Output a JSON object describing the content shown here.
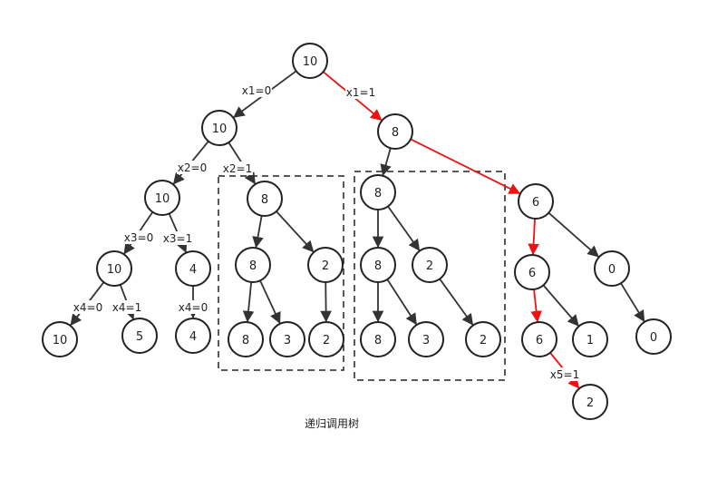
{
  "diagram": {
    "caption": "递归调用树",
    "colors": {
      "default_edge": "#333333",
      "highlight_edge": "#ee1111"
    },
    "nodes": [
      {
        "id": "n0",
        "label": "10"
      },
      {
        "id": "n1",
        "label": "10"
      },
      {
        "id": "n2",
        "label": "8"
      },
      {
        "id": "n3",
        "label": "10"
      },
      {
        "id": "n4",
        "label": "8"
      },
      {
        "id": "n5",
        "label": "8"
      },
      {
        "id": "n6",
        "label": "6"
      },
      {
        "id": "n7",
        "label": "10"
      },
      {
        "id": "n8",
        "label": "4"
      },
      {
        "id": "n9",
        "label": "8"
      },
      {
        "id": "n10",
        "label": "2"
      },
      {
        "id": "n11",
        "label": "8"
      },
      {
        "id": "n12",
        "label": "2"
      },
      {
        "id": "n13",
        "label": "6"
      },
      {
        "id": "n14",
        "label": "0"
      },
      {
        "id": "n15",
        "label": "10"
      },
      {
        "id": "n16",
        "label": "5"
      },
      {
        "id": "n17",
        "label": "4"
      },
      {
        "id": "n18",
        "label": "8"
      },
      {
        "id": "n19",
        "label": "3"
      },
      {
        "id": "n20",
        "label": "2"
      },
      {
        "id": "n21",
        "label": "8"
      },
      {
        "id": "n22",
        "label": "3"
      },
      {
        "id": "n23",
        "label": "2"
      },
      {
        "id": "n24",
        "label": "6"
      },
      {
        "id": "n25",
        "label": "1"
      },
      {
        "id": "n26",
        "label": "0"
      },
      {
        "id": "n27",
        "label": "2"
      }
    ],
    "edges": [
      {
        "from": "n0",
        "to": "n1",
        "label": "x1=0",
        "highlight": false
      },
      {
        "from": "n0",
        "to": "n2",
        "label": "x1=1",
        "highlight": true
      },
      {
        "from": "n1",
        "to": "n3",
        "label": "x2=0",
        "highlight": false
      },
      {
        "from": "n1",
        "to": "n4",
        "label": "x2=1",
        "highlight": false
      },
      {
        "from": "n2",
        "to": "n5",
        "label": "",
        "highlight": false
      },
      {
        "from": "n2",
        "to": "n6",
        "label": "",
        "highlight": true
      },
      {
        "from": "n3",
        "to": "n7",
        "label": "x3=0",
        "highlight": false
      },
      {
        "from": "n3",
        "to": "n8",
        "label": "x3=1",
        "highlight": false
      },
      {
        "from": "n4",
        "to": "n9",
        "label": "",
        "highlight": false
      },
      {
        "from": "n4",
        "to": "n10",
        "label": "",
        "highlight": false
      },
      {
        "from": "n5",
        "to": "n11",
        "label": "",
        "highlight": false
      },
      {
        "from": "n5",
        "to": "n12",
        "label": "",
        "highlight": false
      },
      {
        "from": "n6",
        "to": "n13",
        "label": "",
        "highlight": true
      },
      {
        "from": "n6",
        "to": "n14",
        "label": "",
        "highlight": false
      },
      {
        "from": "n7",
        "to": "n15",
        "label": "x4=0",
        "highlight": false
      },
      {
        "from": "n7",
        "to": "n16",
        "label": "x4=1",
        "highlight": false
      },
      {
        "from": "n8",
        "to": "n17",
        "label": "x4=0",
        "highlight": false
      },
      {
        "from": "n9",
        "to": "n18",
        "label": "",
        "highlight": false
      },
      {
        "from": "n9",
        "to": "n19",
        "label": "",
        "highlight": false
      },
      {
        "from": "n10",
        "to": "n20",
        "label": "",
        "highlight": false
      },
      {
        "from": "n11",
        "to": "n21",
        "label": "",
        "highlight": false
      },
      {
        "from": "n11",
        "to": "n22",
        "label": "",
        "highlight": false
      },
      {
        "from": "n12",
        "to": "n23",
        "label": "",
        "highlight": false
      },
      {
        "from": "n13",
        "to": "n24",
        "label": "",
        "highlight": true
      },
      {
        "from": "n13",
        "to": "n25",
        "label": "",
        "highlight": false
      },
      {
        "from": "n14",
        "to": "n26",
        "label": "",
        "highlight": false
      },
      {
        "from": "n24",
        "to": "n27",
        "label": "x5=1",
        "highlight": true
      }
    ]
  }
}
